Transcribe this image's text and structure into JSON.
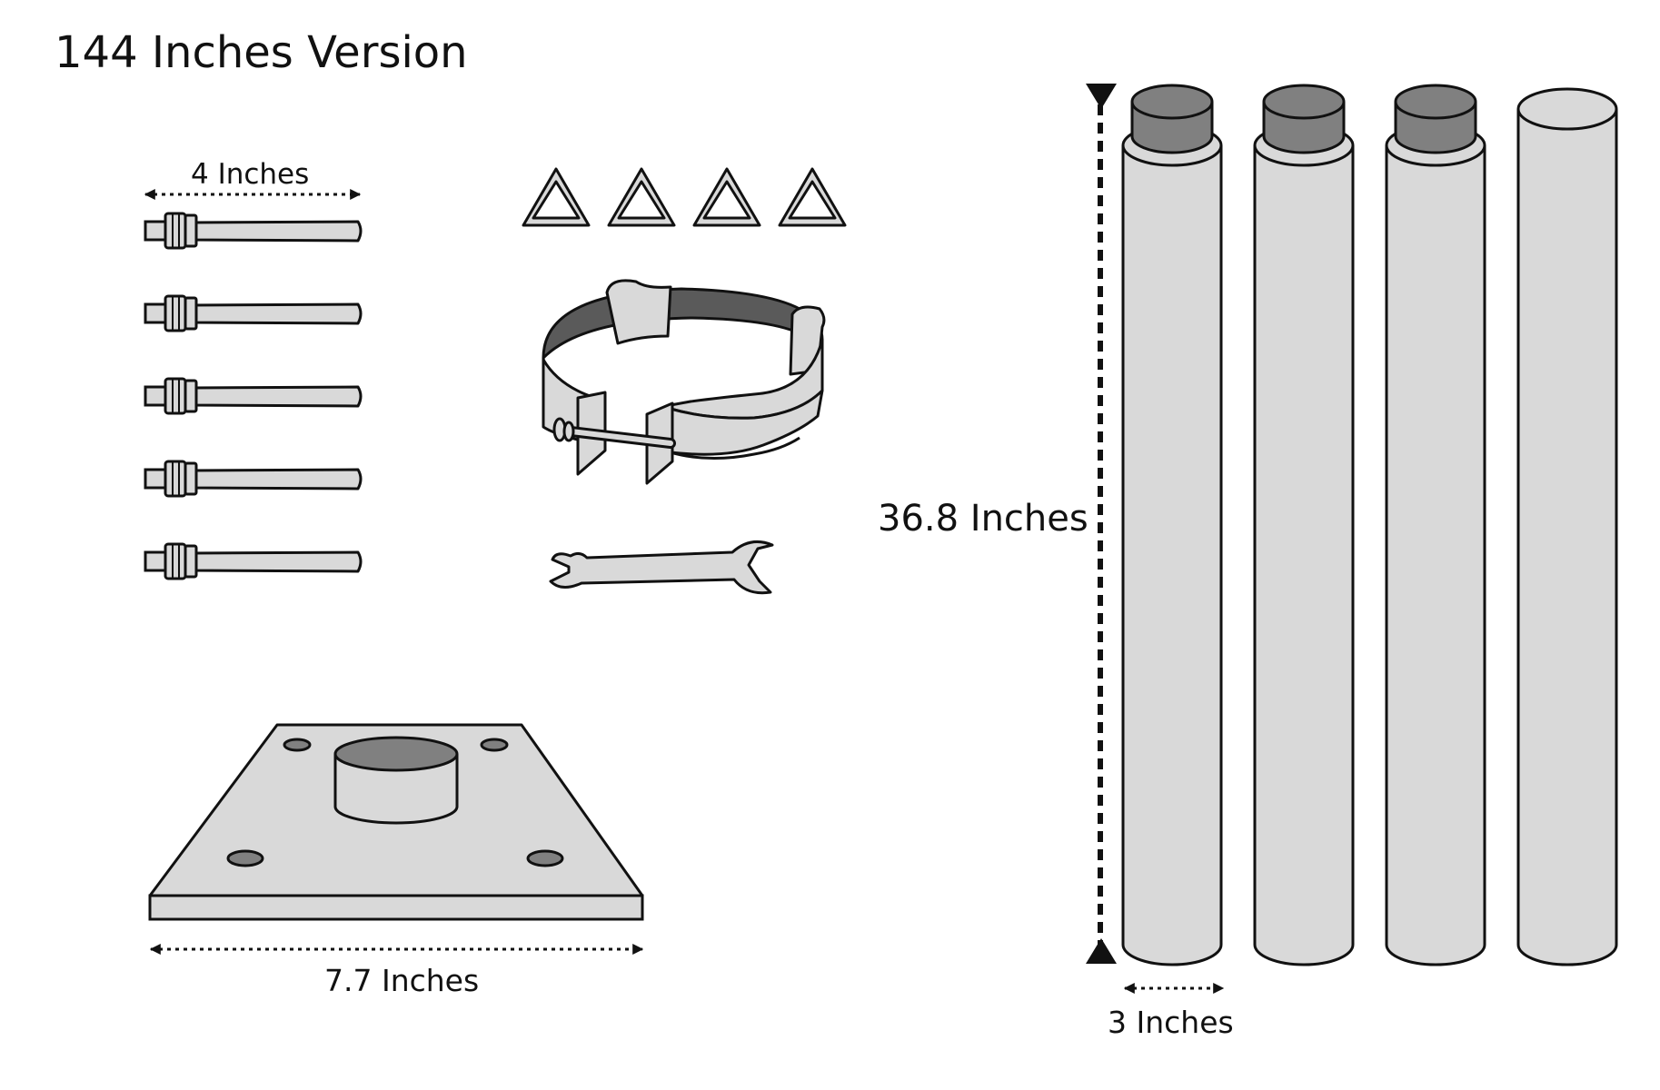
{
  "title": "144 Inches Version",
  "dimensions": {
    "bolt_length": "4 Inches",
    "pole_height": "36.8 Inches",
    "plate_width": "7.7 Inches",
    "pole_diameter": "3 Inches"
  },
  "parts": {
    "bolts": 5,
    "triangle_washers": 4,
    "pipe_clamp": 1,
    "wrench": 1,
    "base_plate": 1,
    "pole_sections": 4,
    "pole_sections_with_connector": 3
  },
  "colors": {
    "part_fill": "#d9d9d9",
    "dark_fill": "#808080",
    "clamp_inner": "#5a5a5a",
    "outline": "#111111",
    "background": "#ffffff"
  }
}
